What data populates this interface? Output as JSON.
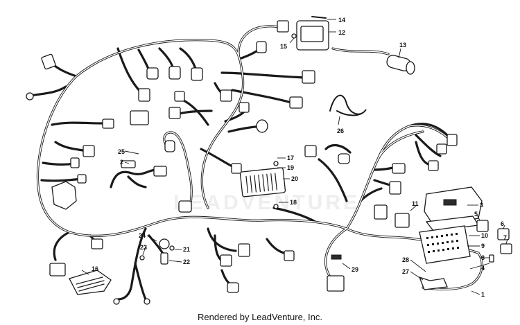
{
  "watermark": "LEADVENTURE",
  "footer": "Rendered by LeadVenture, Inc.",
  "callouts": [
    "1",
    "2",
    "3",
    "4",
    "5",
    "6",
    "7",
    "8",
    "9",
    "10",
    "11",
    "12",
    "13",
    "14",
    "15",
    "16",
    "17",
    "18",
    "19",
    "20",
    "21",
    "22",
    "23",
    "24",
    "25",
    "26",
    "27",
    "28",
    "29"
  ]
}
